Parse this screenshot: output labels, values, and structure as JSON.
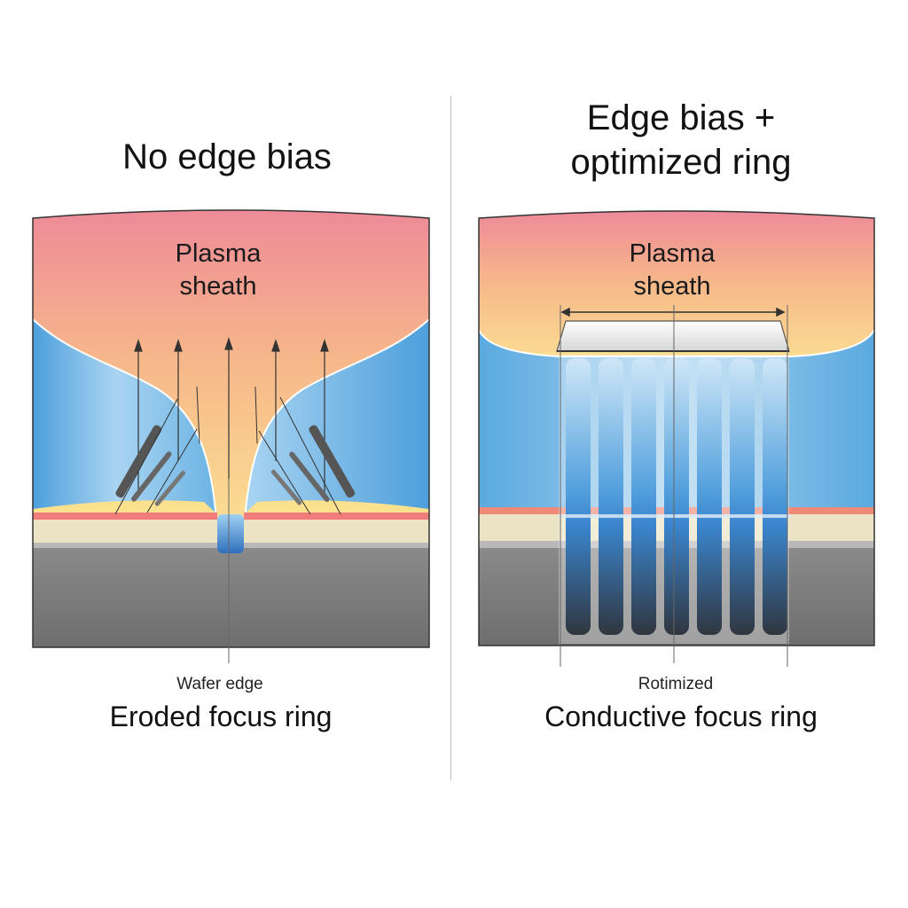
{
  "left_panel": {
    "title_lines": [
      "No edge bias"
    ],
    "sheath_label_lines": [
      "Plasma",
      "sheath"
    ],
    "small_label": "Wafer edge",
    "caption": "Eroded focus ring"
  },
  "right_panel": {
    "title_lines": [
      "Edge bias +",
      "optimized ring"
    ],
    "sheath_label_lines": [
      "Plasma",
      "sheath"
    ],
    "small_label": "Rotimized",
    "caption": "Conductive focus ring"
  },
  "colors": {
    "plasma_top": "#ef8a96",
    "plasma_mid": "#f7c08a",
    "plasma_low": "#fbe49a",
    "sheath_blue": "#5aa9df",
    "sheath_blue_light": "#bfe0f4",
    "wafer_red": "#f08080",
    "wafer_cream": "#efe6c8",
    "substrate_gray": "#777777",
    "column_blue": "#4a9ad8",
    "column_dark": "#333a44"
  },
  "icons": {
    "ion_arrow": "arrow-up-icon"
  }
}
